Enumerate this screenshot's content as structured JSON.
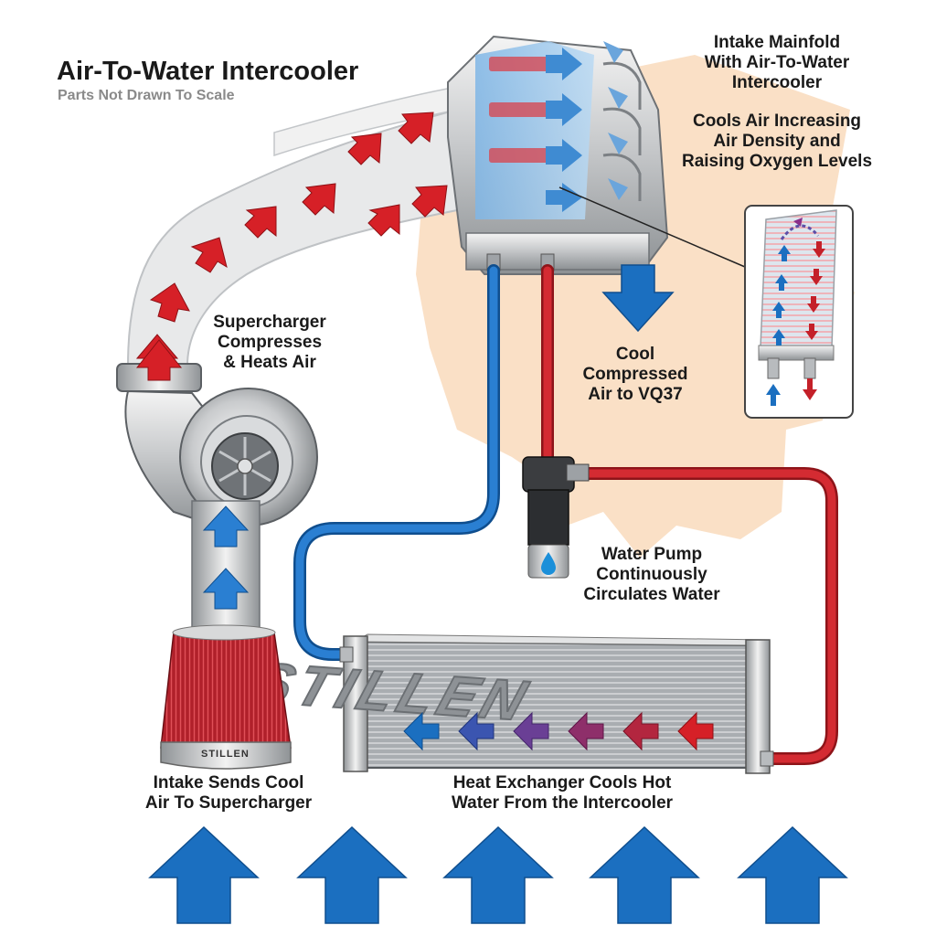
{
  "header": {
    "title": "Air-To-Water Intercooler",
    "subtitle": "Parts Not Drawn To Scale"
  },
  "labels": {
    "manifold": [
      "Intake Mainfold",
      "With Air-To-Water",
      "Intercooler"
    ],
    "cools_air": [
      "Cools Air Increasing",
      "Air Density and",
      "Raising Oxygen Levels"
    ],
    "supercharger": [
      "Supercharger",
      "Compresses",
      "& Heats Air"
    ],
    "cool_air_out": [
      "Cool",
      "Compressed",
      "Air to VQ37"
    ],
    "water_pump": [
      "Water Pump",
      "Continuously",
      "Circulates Water"
    ],
    "intake": [
      "Intake Sends Cool",
      "Air To Supercharger"
    ],
    "heat_exchanger": [
      "Heat Exchanger Cools Hot",
      "Water From the Intercooler"
    ]
  },
  "branding": {
    "heat_exchanger_logo": "STILLEN",
    "filter_logo": "STILLEN"
  },
  "colors": {
    "hot_air": "#d62027",
    "cool_flow": "#1b6fc0",
    "hot_water_line": "#d42b32",
    "cool_water_line": "#1f6fc4",
    "engine_bay": "#f8d6b3"
  }
}
